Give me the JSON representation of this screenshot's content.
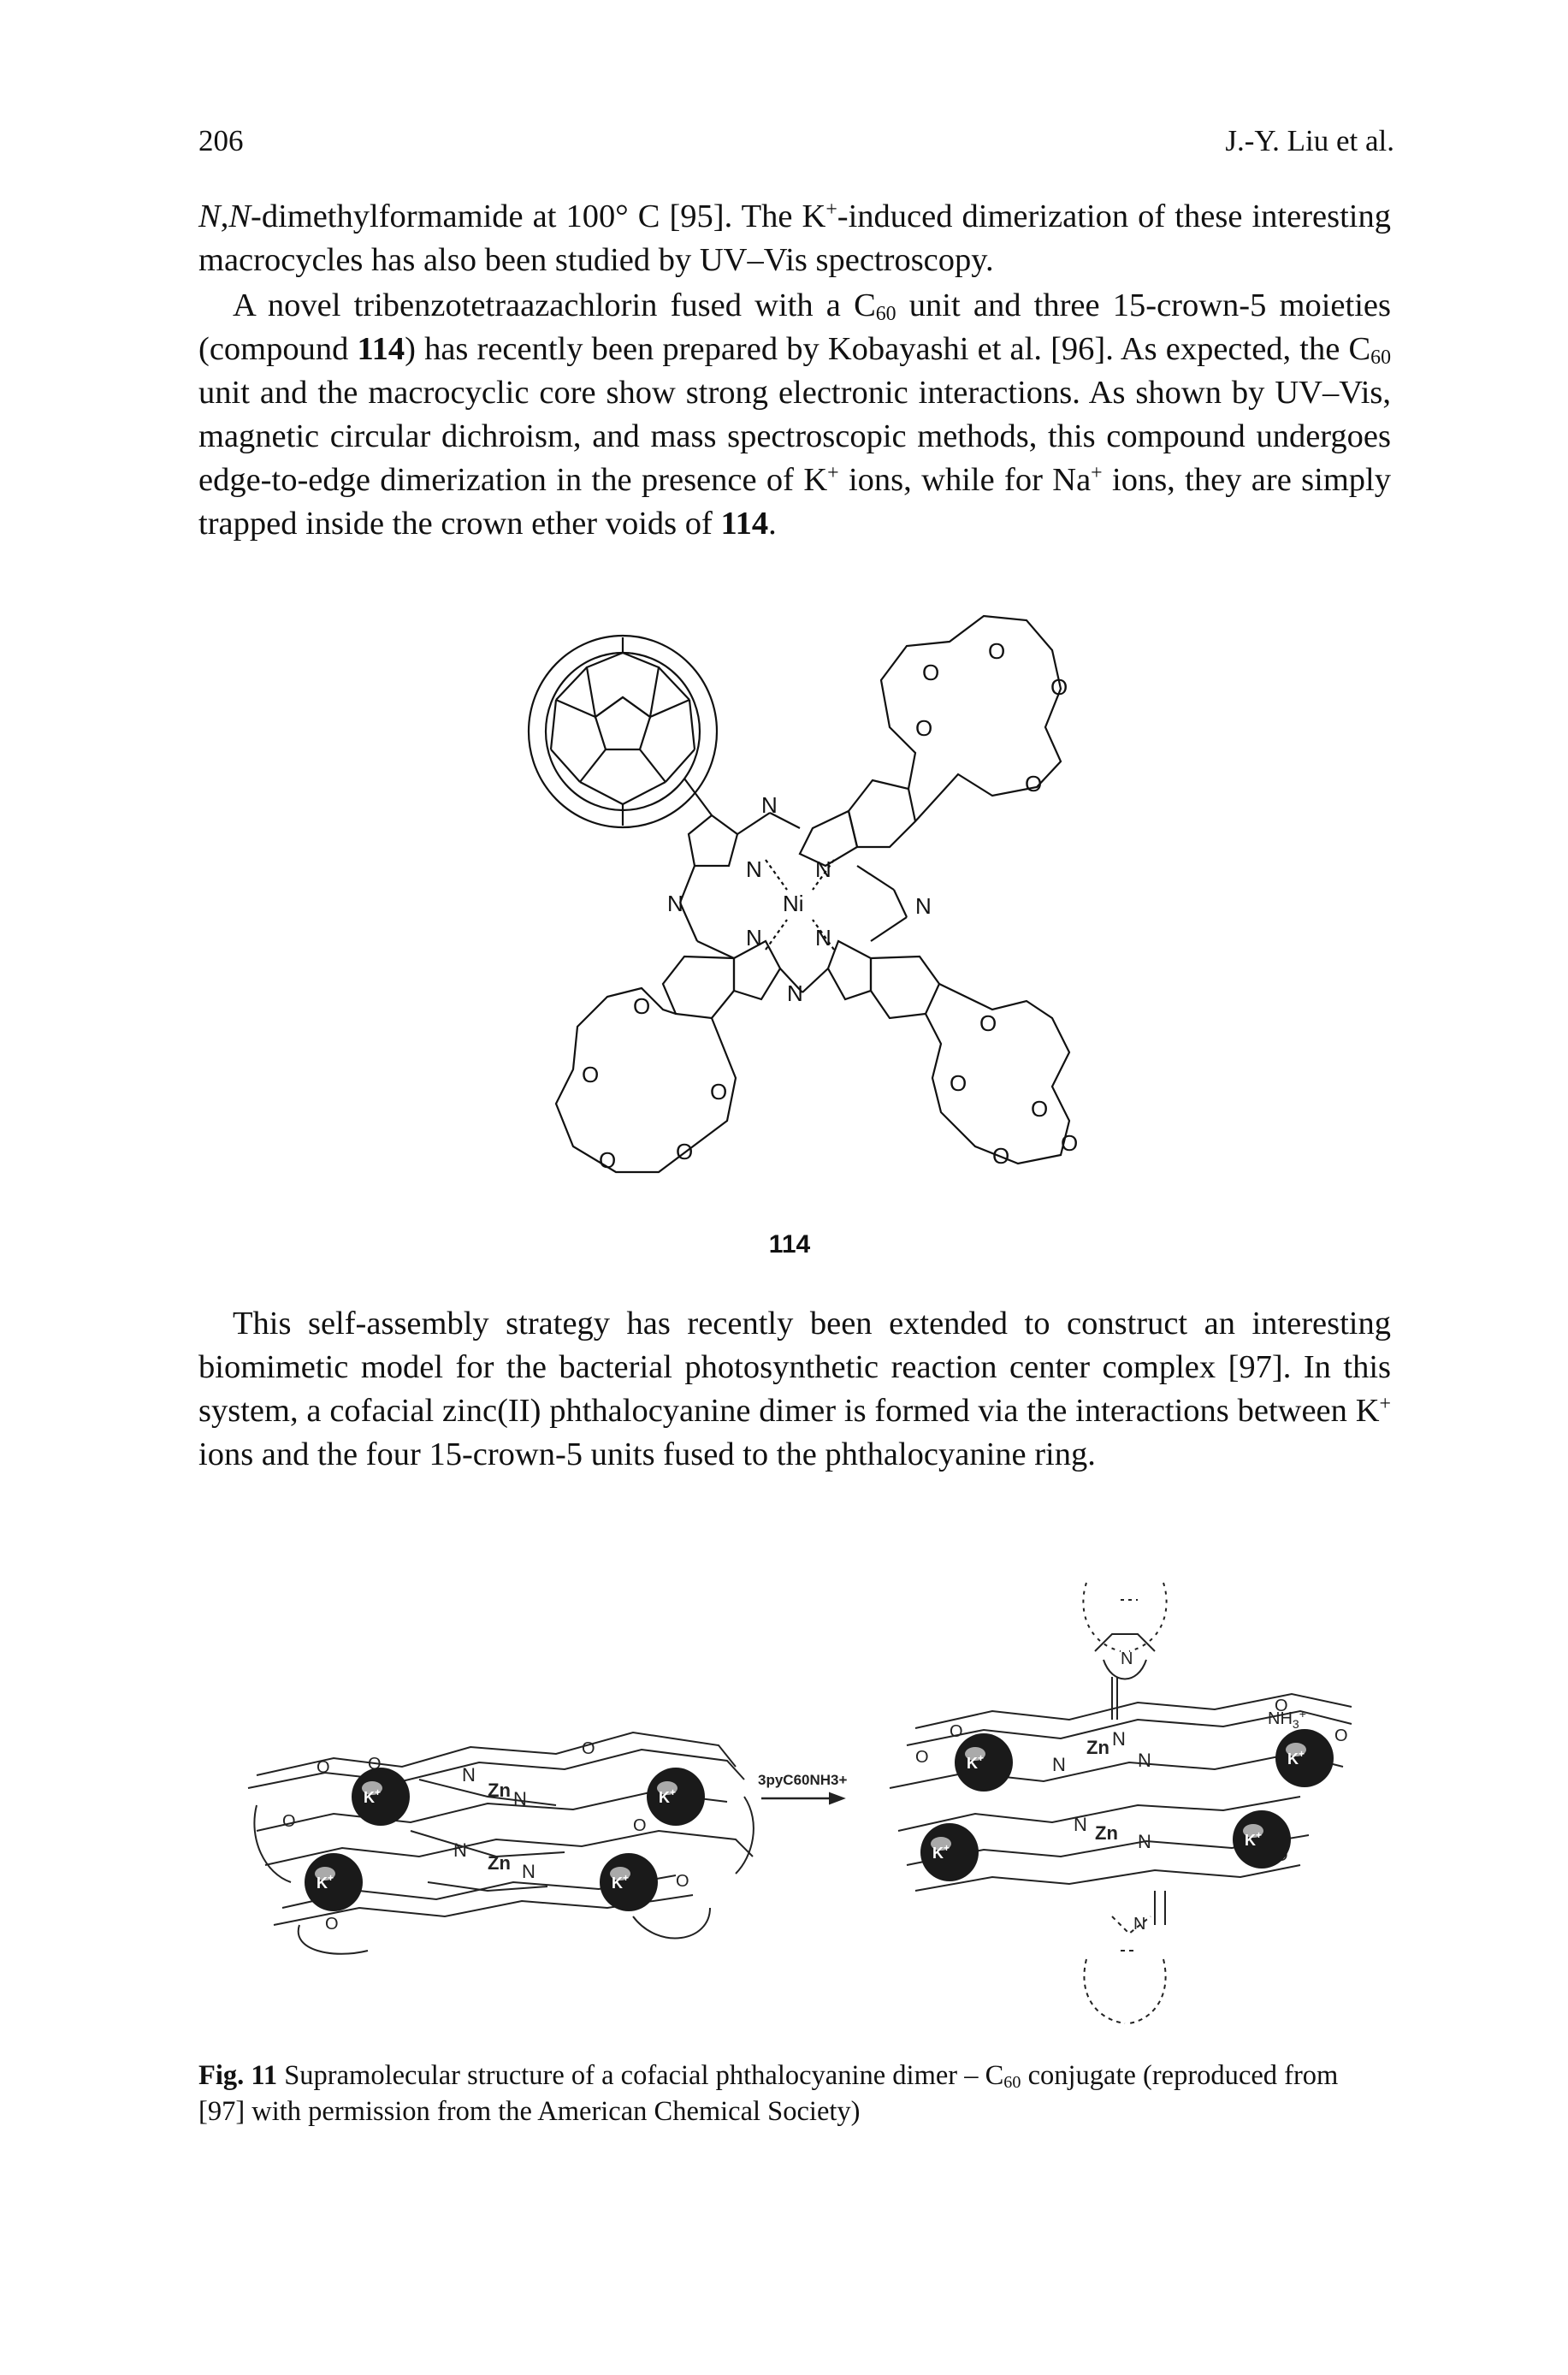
{
  "header": {
    "page_number": "206",
    "running_head": "J.-Y. Liu et al."
  },
  "paragraph1": {
    "p1": "N",
    "p2": ",",
    "p3": "N",
    "p4": "-dimethylformamide at 100° C [95]. The K",
    "p5": "+",
    "p6": "-induced dimerization of these interesting macrocycles has also been studied by UV–Vis spectroscopy."
  },
  "paragraph2": {
    "p1": "A novel tribenzotetraazachlorin fused with a C",
    "p2": "60",
    "p3": " unit and three 15-crown-5 moieties (compound ",
    "p4": "114",
    "p5": ") has recently been prepared by Kobayashi et al. [96]. As expected, the C",
    "p6": "60",
    "p7": " unit and the macrocyclic core show strong electronic interactions. As shown by UV–Vis, magnetic circular dichroism, and mass spectroscopic methods, this compound undergoes edge-to-edge dimerization in the presence of K",
    "p8": "+",
    "p9": " ions, while for Na",
    "p10": "+",
    "p11": " ions, they are simply trapped inside the crown ether voids of ",
    "p12": "114",
    "p13": "."
  },
  "structure_114": {
    "compound_label": "114",
    "atom_N": "N",
    "atom_Ni": "Ni",
    "atom_O": "O"
  },
  "paragraph3": {
    "p1": "This self-assembly strategy has recently been extended to construct an interesting biomimetic model for the bacterial photosynthetic reaction center complex [97]. In this system, a cofacial zinc(II) phthalocyanine dimer is formed via the interactions between K",
    "p2": "+",
    "p3": " ions and the four 15-crown-5 units fused to the phthalocyanine ring."
  },
  "figure11": {
    "ion_label": "K",
    "ion_charge": "+",
    "metal_label": "Zn",
    "nitrogen_label": "N",
    "oxygen_label": "O",
    "ammonium_label": "NH",
    "ammonium_sub": "3",
    "ammonium_sup": "+",
    "reagent_label": "3pyC60NH3+",
    "caption_fig": "Fig. 11",
    "caption_p1": " Supramolecular structure of a cofacial phthalocyanine dimer – C",
    "caption_sub": "60",
    "caption_p2": " conjugate (reproduced from [97] with permission from the American Chemical Society)"
  }
}
